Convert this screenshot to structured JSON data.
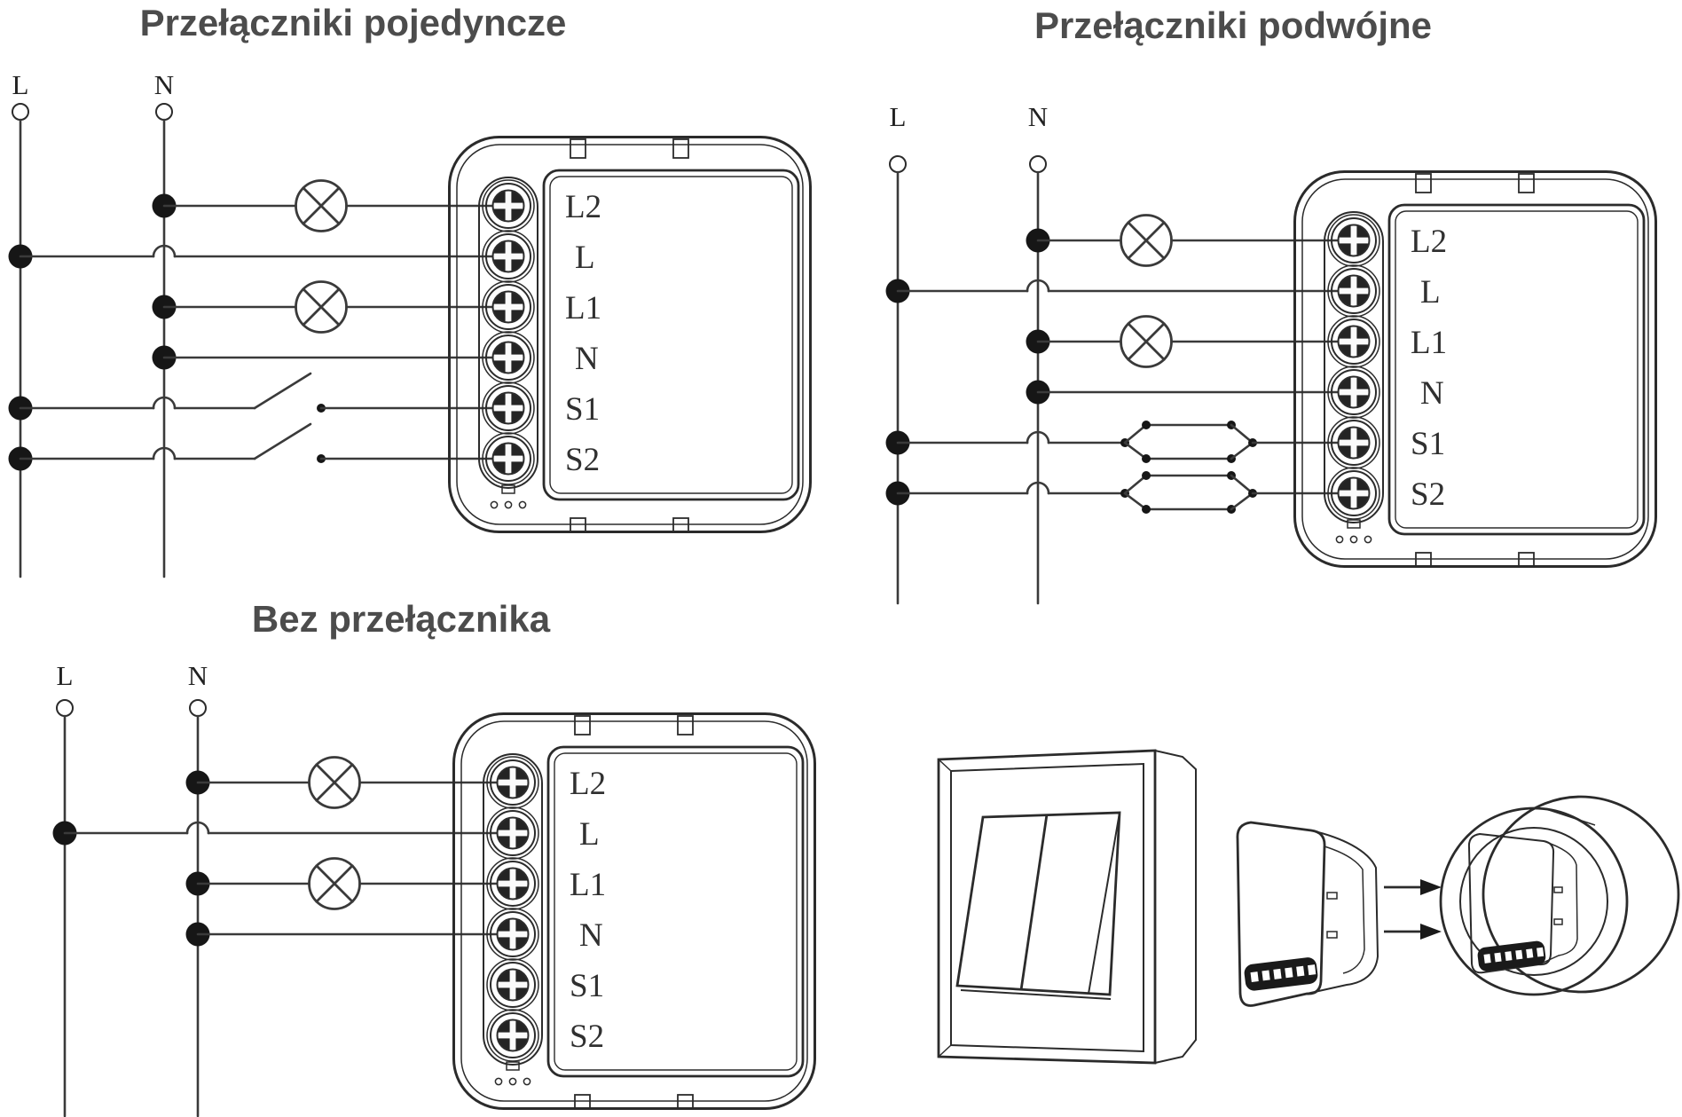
{
  "colors": {
    "background": "#ffffff",
    "line_art": "#2b2b2b",
    "wire": "#3a3a3a",
    "title_text": "#4c4c4c",
    "terminal_text": "#303030"
  },
  "diagrams": {
    "single": {
      "title": "Przełączniki pojedyncze",
      "live_label": "L",
      "neutral_label": "N",
      "terminals": [
        "L2",
        "L",
        "L1",
        "N",
        "S1",
        "S2"
      ]
    },
    "double": {
      "title": "Przełączniki podwójne",
      "live_label": "L",
      "neutral_label": "N",
      "terminals": [
        "L2",
        "L",
        "L1",
        "N",
        "S1",
        "S2"
      ]
    },
    "none": {
      "title": "Bez przełącznika",
      "live_label": "L",
      "neutral_label": "N",
      "terminals": [
        "L2",
        "L",
        "L1",
        "N",
        "S1",
        "S2"
      ]
    }
  }
}
